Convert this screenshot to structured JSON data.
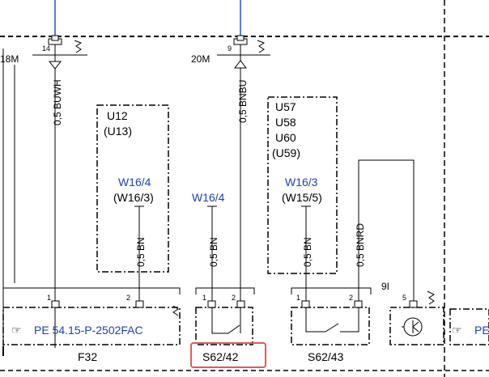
{
  "grid_refs": {
    "left": "18M",
    "mid": "20M",
    "right_bottom": "9I"
  },
  "pins": {
    "top_left": "14",
    "top_mid": "9",
    "f32_p1": "1",
    "f32_p2": "2",
    "s6242_p1": "1",
    "s6242_p2": "2",
    "s6243_p1": "1",
    "s6243_p2": "2",
    "right_p5": "5"
  },
  "wires": {
    "top_left": "0,5 BUWH",
    "top_mid": "0,5 BNBU",
    "u12_drop": "0,5 BN",
    "w164_drop": "0,5 BN",
    "w163_drop": "0,5 BN",
    "right_drop": "0,5 BNRD"
  },
  "boxes": {
    "u12_line1": "U12",
    "u12_line2": "(U13)",
    "u57_line1": "U57",
    "u57_line2": "U58",
    "u57_line3": "U60",
    "u57_line4": "(U59)"
  },
  "grounds": {
    "w164_a": "W16/4",
    "w163_a_paren": "(W16/3)",
    "w164_b": "W16/4",
    "w163_b": "W16/3",
    "w155_paren": "(W15/5)"
  },
  "components": {
    "f32_label": "F32",
    "f32_ref": "PE  54.15-P-2502FAC",
    "s6242_label": "S62/42",
    "s6243_label": "S62/43",
    "right_ref": "PE"
  },
  "icons": {
    "pointing_hand": "☞",
    "highlight_color": "#e05a5a",
    "ref_color": "#1f3fbf"
  }
}
